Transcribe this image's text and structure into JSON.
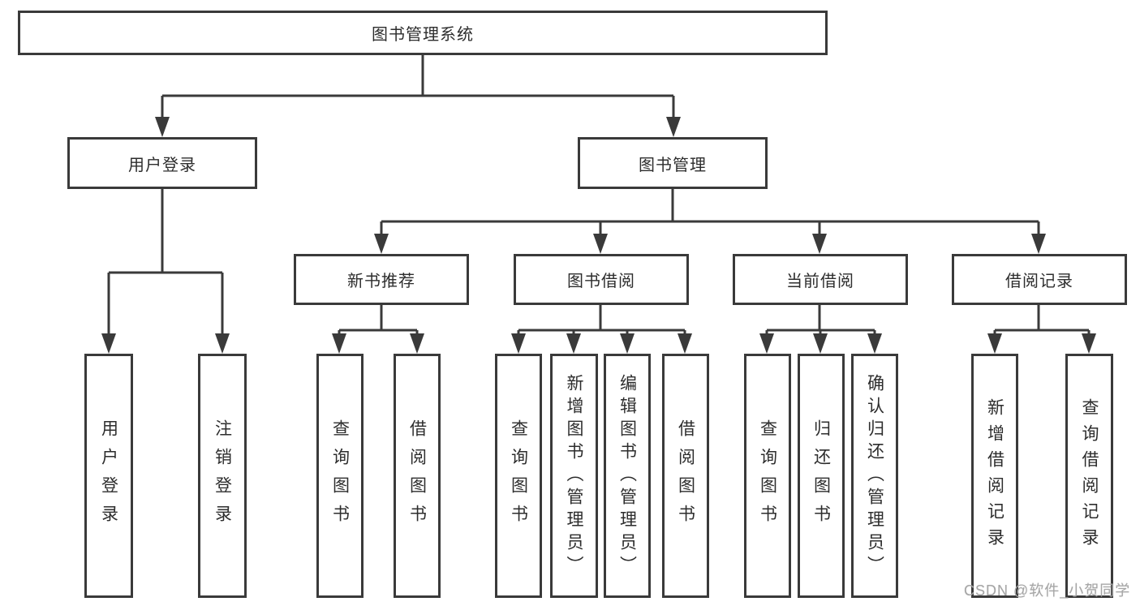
{
  "tree": {
    "root": {
      "label": "图书管理系统"
    },
    "user_login_branch": {
      "label": "用户登录",
      "children": [
        {
          "label": "用户登录"
        },
        {
          "label": "注销登录"
        }
      ]
    },
    "book_mgmt_branch": {
      "label": "图书管理",
      "sections": [
        {
          "label": "新书推荐",
          "children": [
            {
              "label": "查询图书"
            },
            {
              "label": "借阅图书"
            }
          ]
        },
        {
          "label": "图书借阅",
          "children": [
            {
              "label": "查询图书"
            },
            {
              "label": "新增图书（管理员）"
            },
            {
              "label": "编辑图书（管理员）"
            },
            {
              "label": "借阅图书"
            }
          ]
        },
        {
          "label": "当前借阅",
          "children": [
            {
              "label": "查询图书"
            },
            {
              "label": "归还图书"
            },
            {
              "label": "确认归还（管理员）"
            }
          ]
        },
        {
          "label": "借阅记录",
          "children": [
            {
              "label": "新增借阅记录"
            },
            {
              "label": "查询借阅记录"
            }
          ]
        }
      ]
    }
  },
  "watermark": {
    "text": "CSDN @软件_小贺同学"
  },
  "colors": {
    "line": "#3a3a3a",
    "text": "#2d2d2d",
    "watermark": "#a6a6a6",
    "background": "#ffffff"
  }
}
